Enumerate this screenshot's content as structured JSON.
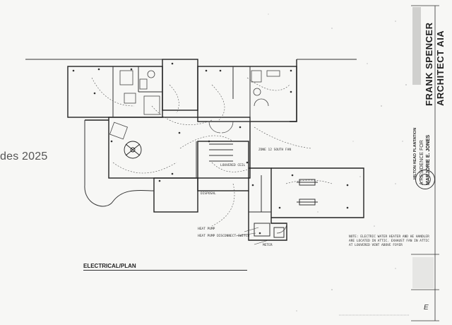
{
  "watermark": "des 2025",
  "plan": {
    "title": "ELECTRICAL/PLAN",
    "note": "NOTE: ELECTRIC WATER HEATER AND HE HANDLER ARE LOCATED IN ATTIC. EXHAUST FAN IN ATTIC AT LOUVERED VENT ABOVE FOYER",
    "labels": {
      "heat_pump": "HEAT PUMP",
      "heat_pump_disconnect": "HEAT PUMP DISCONNECT SWITCH",
      "meter": "METER",
      "disposal": "DISPOSAL",
      "zone_slot": "ZONE 12 SOUTH FAN",
      "louvered": "LOUVERED CEIL"
    }
  },
  "title_block": {
    "firm_line1": "FRANK SPENCER",
    "firm_line2": "ARCHITECT  AIA",
    "client_prefix": "A RESIDENCE FOR",
    "client_name": "MARJORIE E. JONES",
    "project": "HILTON HEAD PLANTATION",
    "sheet": "E"
  }
}
